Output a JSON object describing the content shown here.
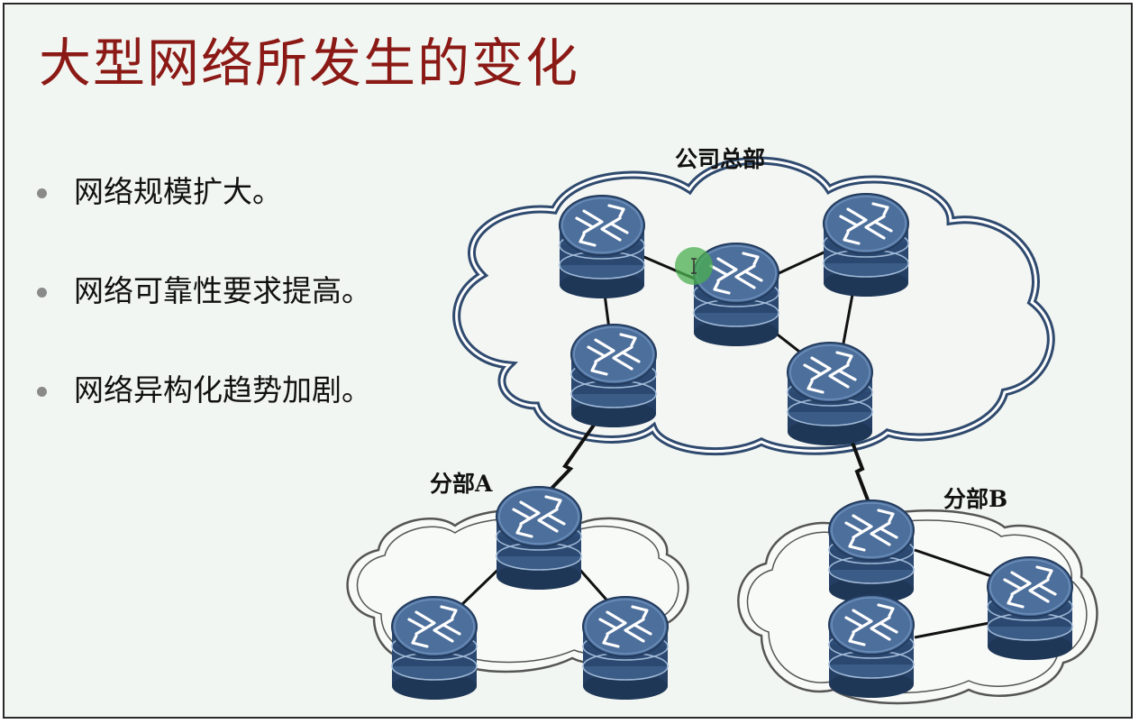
{
  "title": "大型网络所发生的变化",
  "bullets": [
    "网络规模扩大。",
    "网络可靠性要求提高。",
    "网络异构化趋势加剧。"
  ],
  "diagram": {
    "labels": {
      "hq": "公司总部",
      "branch_a": "分部A",
      "branch_b": "分部B"
    }
  },
  "colors": {
    "title": "#8b1a16",
    "router_body": "#2e4d76",
    "router_top": "#4d6f9b",
    "cloud_hq_outline": "#2f4a6e",
    "cursor_marker": "#4caf50"
  }
}
